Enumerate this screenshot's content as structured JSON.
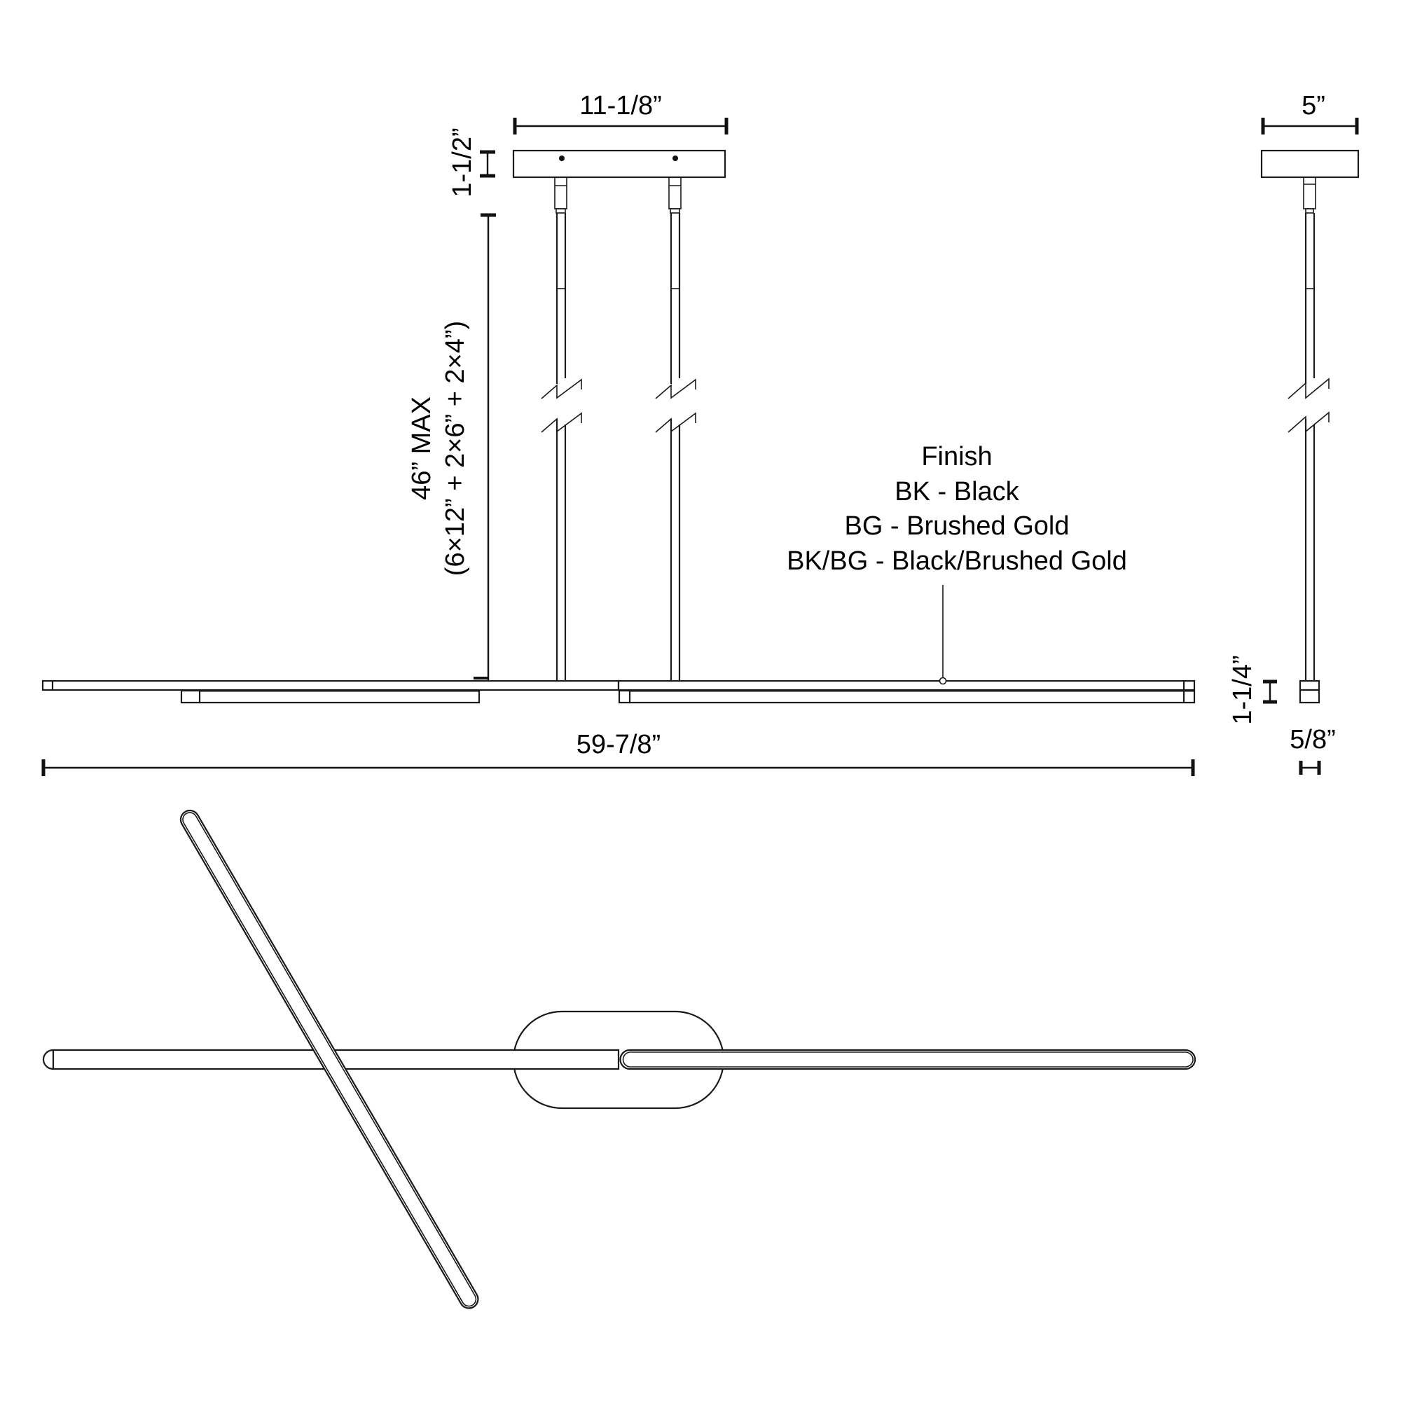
{
  "diagram": {
    "type": "technical-drawing",
    "subject": "linear pendant light fixture",
    "views": [
      "front elevation",
      "side elevation",
      "plan view"
    ],
    "colors": {
      "line": "#1a1a1a",
      "background": "#ffffff"
    }
  },
  "dimensions": {
    "canopy_width": "11-1/8”",
    "canopy_height": "1-1/2”",
    "canopy_depth": "5”",
    "overall_height_max": "46” MAX",
    "rod_composition": "(6×12” + 2×6” + 2×4”)",
    "overall_length": "59-7/8”",
    "fixture_height": "1-1/4”",
    "fixture_depth": "5/8”"
  },
  "finish_callout": {
    "title": "Finish",
    "options": [
      "BK - Black",
      "BG - Brushed Gold",
      "BK/BG - Black/Brushed Gold"
    ]
  }
}
